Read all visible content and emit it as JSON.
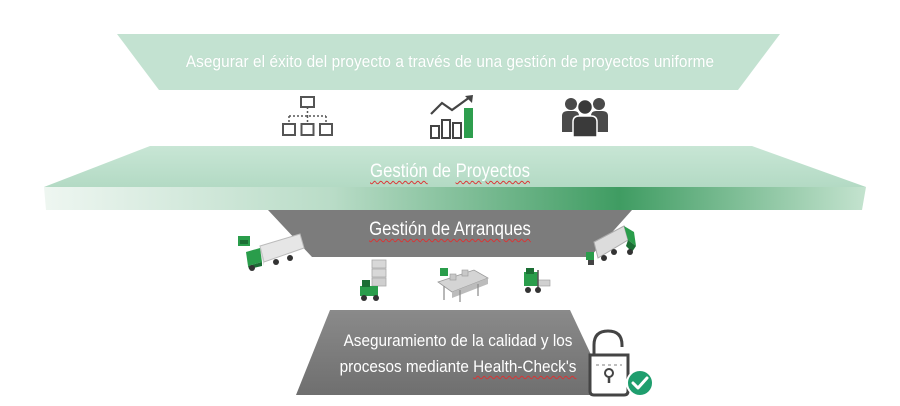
{
  "banner": {
    "text": "Asegurar el éxito del proyecto a través de una gestión de proyectos uniforme"
  },
  "icons": [
    "org-chart-icon",
    "growth-chart-icon",
    "team-icon"
  ],
  "platform": {
    "label_part1": "Gestión",
    "label_part2": " de ",
    "label_part3": "Proyectos"
  },
  "funnel": {
    "label": "Gestión de Arranques"
  },
  "vehicles": [
    "truck-left",
    "truck-right",
    "forklift-pallets",
    "conveyor-line",
    "forklift-small"
  ],
  "bottom": {
    "line1": "Aseguramiento de la calidad y los",
    "line2_prefix": "procesos mediante ",
    "line2_highlight": "Health-Check's"
  },
  "colors": {
    "mint": "#bfe0cf",
    "green": "#2a9d4b",
    "dark_green": "#1b6e34",
    "grey": "#7a7a7a",
    "icon_grey": "#4a4a4a"
  }
}
